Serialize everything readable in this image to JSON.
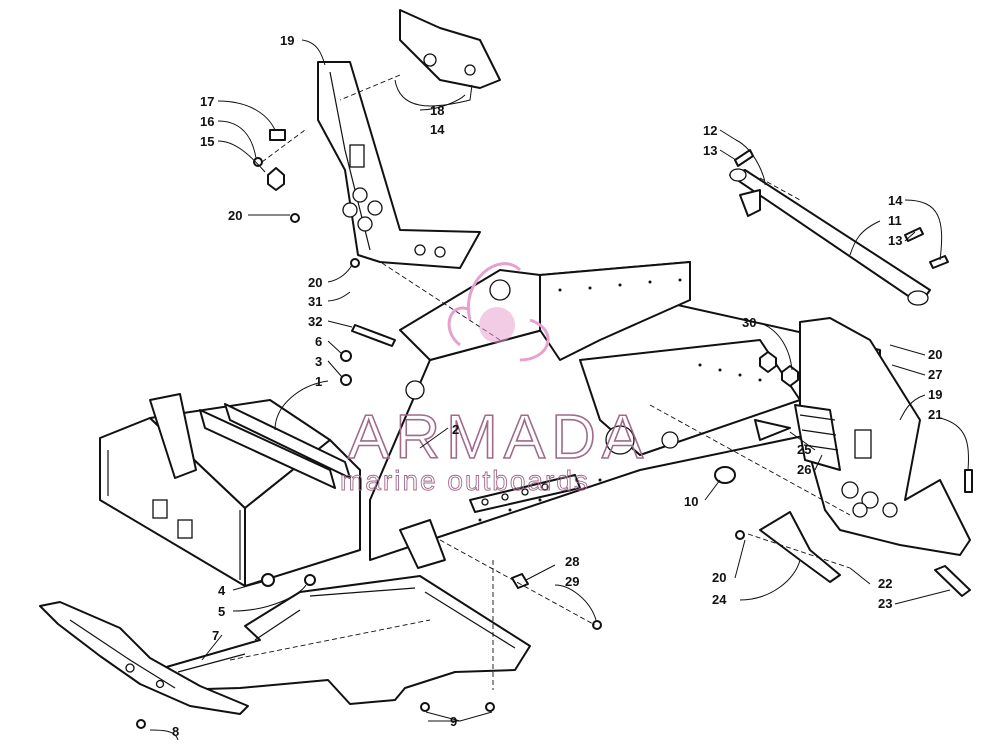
{
  "diagram": {
    "colors": {
      "line": "#111111",
      "background": "#ffffff",
      "watermark": "#a06a8a",
      "watermark_logo": "#e8a0d0"
    },
    "watermark": {
      "brand": "ARMADA",
      "tagline": "marine outboards"
    },
    "callouts": [
      "1",
      "2",
      "3",
      "4",
      "5",
      "6",
      "7",
      "8",
      "9",
      "10",
      "11",
      "12",
      "13",
      "14",
      "15",
      "16",
      "17",
      "18",
      "19",
      "20",
      "21",
      "22",
      "23",
      "24",
      "25",
      "26",
      "27",
      "28",
      "29",
      "30",
      "31",
      "32"
    ],
    "labels": {
      "n1": "1",
      "n2": "2",
      "n3": "3",
      "n4": "4",
      "n5": "5",
      "n6": "6",
      "n7": "7",
      "n8": "8",
      "n9": "9",
      "n10": "10",
      "n11": "11",
      "n12": "12",
      "n13": "13",
      "n14": "14",
      "n15": "15",
      "n16": "16",
      "n17": "17",
      "n18": "18",
      "n19": "19",
      "n20": "20",
      "n21": "21",
      "n22": "22",
      "n23": "23",
      "n24": "24",
      "n25": "25",
      "n26": "26",
      "n27": "27",
      "n28": "28",
      "n29": "29",
      "n30": "30",
      "n31": "31",
      "n32": "32"
    }
  }
}
